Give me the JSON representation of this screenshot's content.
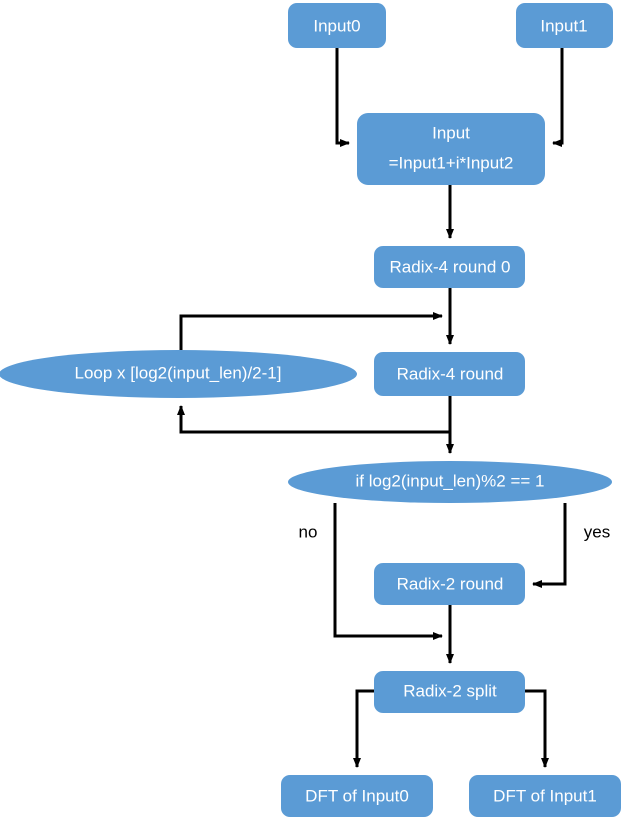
{
  "diagram": {
    "title": "FFT radix-4 / radix-2 flowchart",
    "colors": {
      "node_fill": "#5B9BD5",
      "node_text": "#FFFFFF",
      "connector": "#000000",
      "background": "#FFFFFF"
    },
    "nodes": {
      "input0": {
        "label": "Input0",
        "shape": "rounded-rect"
      },
      "input1": {
        "label": "Input1",
        "shape": "rounded-rect"
      },
      "combine_line1": {
        "label": "Input"
      },
      "combine_line2": {
        "label": "=Input1+i*Input2"
      },
      "radix4_round0": {
        "label": "Radix-4 round 0",
        "shape": "rounded-rect"
      },
      "loop": {
        "label": "Loop x [log2(input_len)/2-1]",
        "shape": "ellipse"
      },
      "radix4_round": {
        "label": "Radix-4 round",
        "shape": "rounded-rect"
      },
      "decision": {
        "label": "if  log2(input_len)%2 == 1",
        "shape": "ellipse"
      },
      "radix2_round": {
        "label": "Radix-2 round",
        "shape": "rounded-rect"
      },
      "radix2_split": {
        "label": "Radix-2 split",
        "shape": "rounded-rect"
      },
      "dft_input0": {
        "label": "DFT of Input0",
        "shape": "rounded-rect"
      },
      "dft_input1": {
        "label": "DFT of Input1",
        "shape": "rounded-rect"
      }
    },
    "edge_labels": {
      "no": "no",
      "yes": "yes"
    }
  }
}
